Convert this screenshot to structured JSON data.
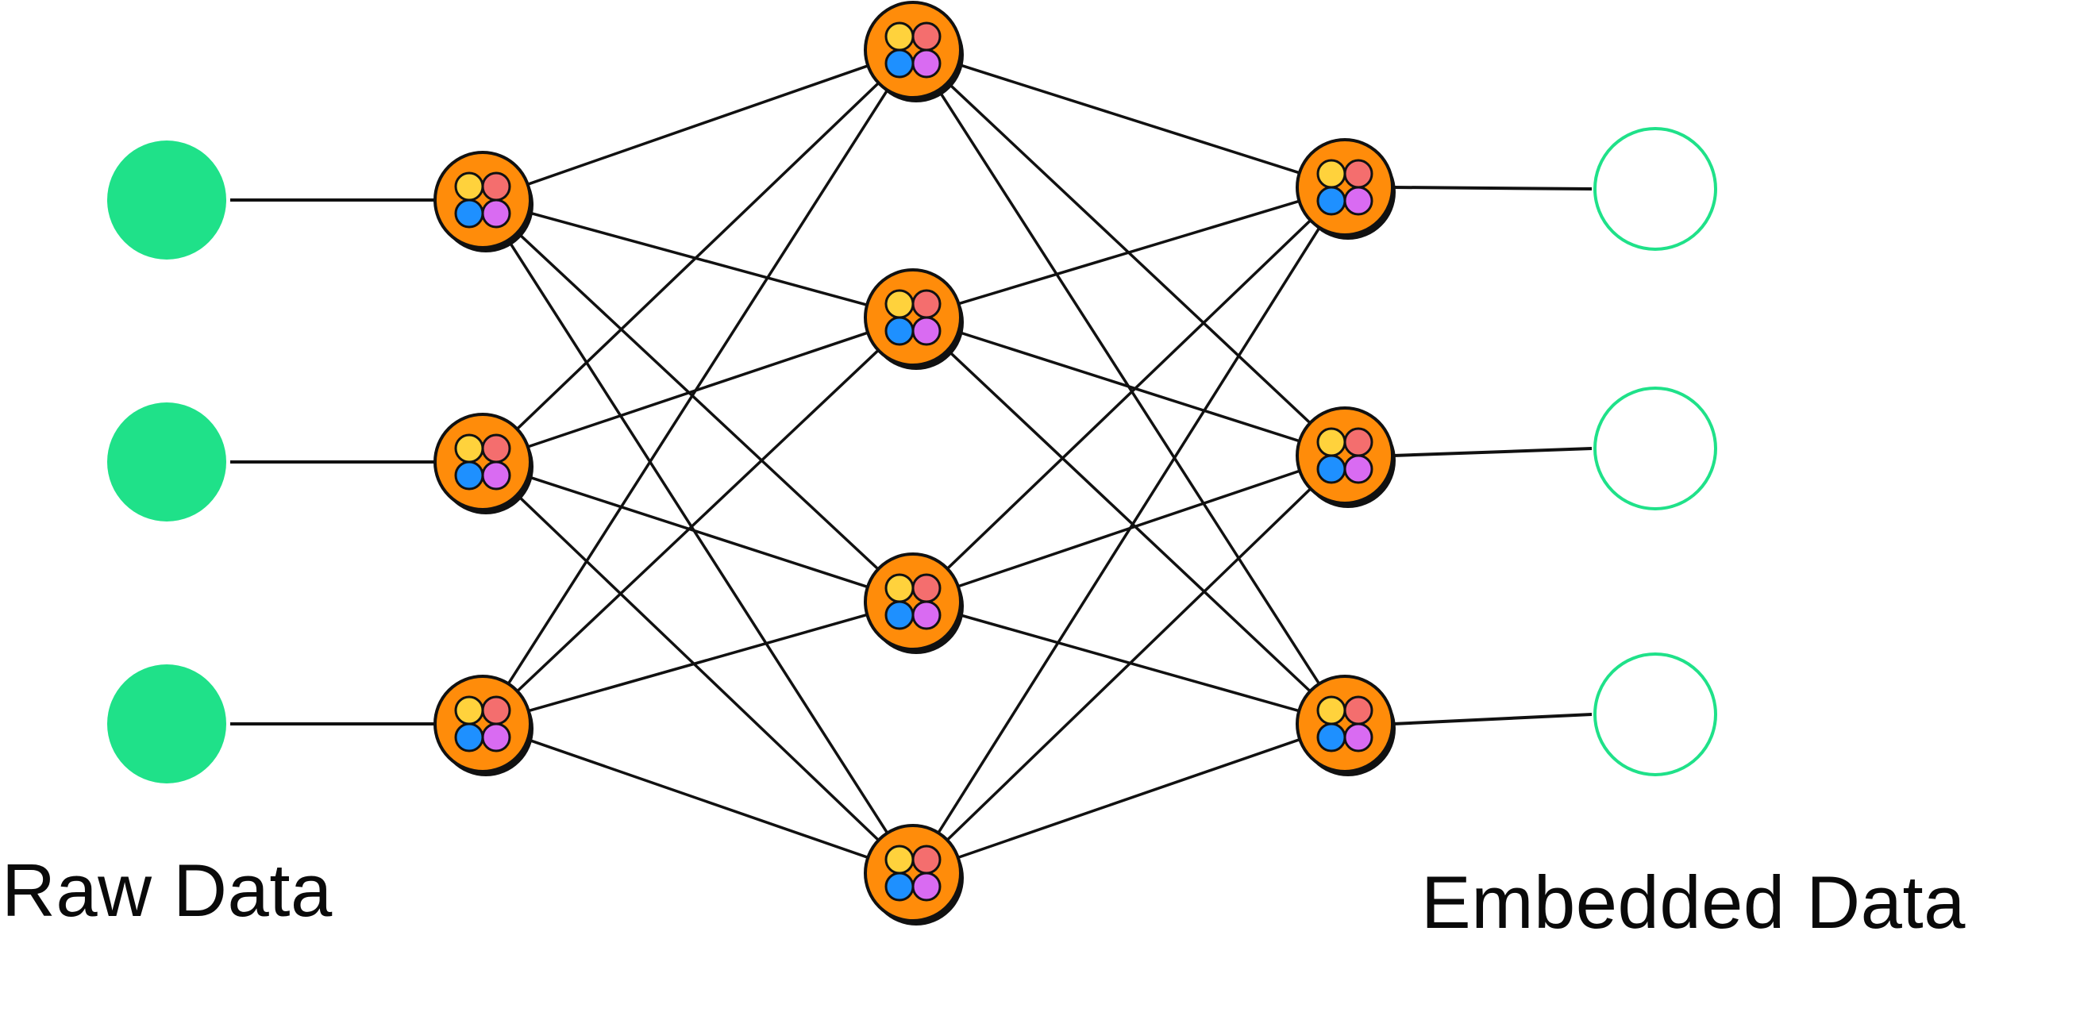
{
  "labels": {
    "input": "Raw Data",
    "output": "Embedded Data"
  },
  "layers": [
    {
      "name": "raw-input",
      "node_count": 3,
      "style": "filled-green"
    },
    {
      "name": "hidden-1",
      "node_count": 3,
      "style": "orange-icon"
    },
    {
      "name": "hidden-2",
      "node_count": 4,
      "style": "orange-icon"
    },
    {
      "name": "hidden-3",
      "node_count": 3,
      "style": "orange-icon"
    },
    {
      "name": "embedded-output",
      "node_count": 3,
      "style": "outlined-green"
    }
  ],
  "colors": {
    "input_fill": "#1FE189",
    "output_stroke": "#1FE189",
    "node_fill": "#FF8C0A",
    "node_stroke": "#111111",
    "edge": "#111111",
    "dot_yellow": "#FFD23C",
    "dot_red": "#F46E6E",
    "dot_blue": "#1E90FF",
    "dot_purple": "#D96BF2"
  },
  "icons": {
    "node_icon": "four-color-dots-icon"
  }
}
